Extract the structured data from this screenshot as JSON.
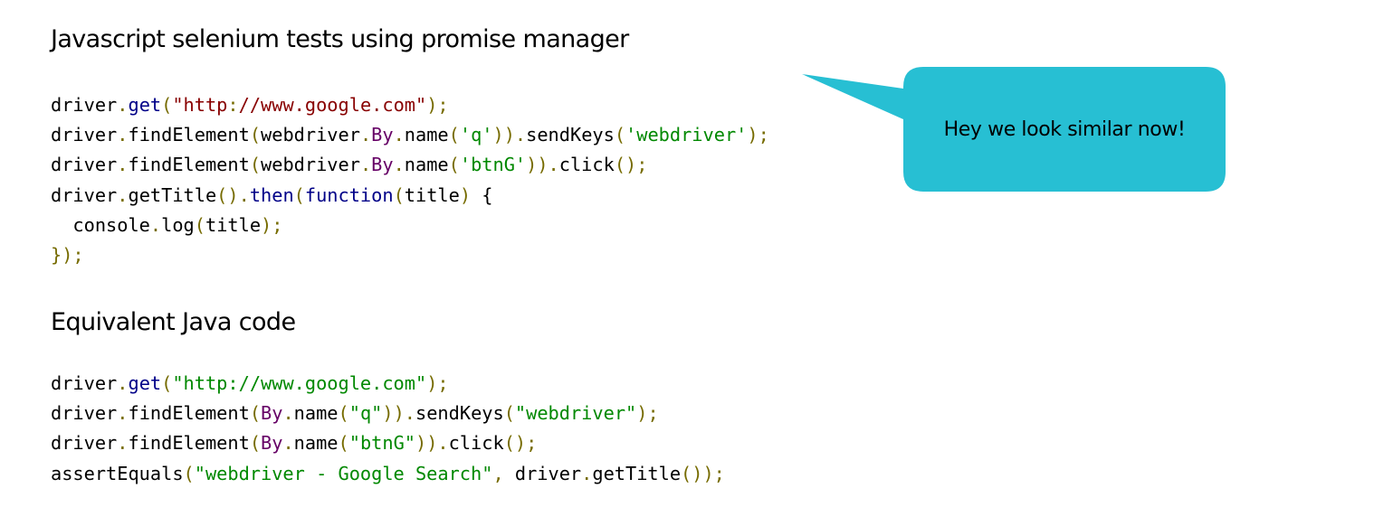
{
  "colors": {
    "text": "#000000",
    "punct": "#766b00",
    "method": "#000088",
    "type": "#660066",
    "string_dark": "#880000",
    "string": "#008800",
    "callout_fill": "#27bfd3"
  },
  "section_js": {
    "title": "Javascript selenium tests using promise manager",
    "lines": [
      [
        [
          "text",
          "driver"
        ],
        [
          "punct",
          "."
        ],
        [
          "method",
          "get"
        ],
        [
          "punct",
          "("
        ],
        [
          "string_dark",
          "\"http"
        ],
        [
          "punct",
          ":"
        ],
        [
          "string_dark",
          "//www.google.com\""
        ],
        [
          "punct",
          ");"
        ]
      ],
      [
        [
          "text",
          "driver"
        ],
        [
          "punct",
          "."
        ],
        [
          "text",
          "findElement"
        ],
        [
          "punct",
          "("
        ],
        [
          "text",
          "webdriver"
        ],
        [
          "punct",
          "."
        ],
        [
          "type",
          "By"
        ],
        [
          "punct",
          "."
        ],
        [
          "text",
          "name"
        ],
        [
          "punct",
          "("
        ],
        [
          "string",
          "'q'"
        ],
        [
          "punct",
          "))."
        ],
        [
          "text",
          "sendKeys"
        ],
        [
          "punct",
          "("
        ],
        [
          "string",
          "'webdriver'"
        ],
        [
          "punct",
          ");"
        ]
      ],
      [
        [
          "text",
          "driver"
        ],
        [
          "punct",
          "."
        ],
        [
          "text",
          "findElement"
        ],
        [
          "punct",
          "("
        ],
        [
          "text",
          "webdriver"
        ],
        [
          "punct",
          "."
        ],
        [
          "type",
          "By"
        ],
        [
          "punct",
          "."
        ],
        [
          "text",
          "name"
        ],
        [
          "punct",
          "("
        ],
        [
          "string",
          "'btnG'"
        ],
        [
          "punct",
          "))."
        ],
        [
          "text",
          "click"
        ],
        [
          "punct",
          "();"
        ]
      ],
      [
        [
          "text",
          "driver"
        ],
        [
          "punct",
          "."
        ],
        [
          "text",
          "getTitle"
        ],
        [
          "punct",
          "()."
        ],
        [
          "method",
          "then"
        ],
        [
          "punct",
          "("
        ],
        [
          "method",
          "function"
        ],
        [
          "punct",
          "("
        ],
        [
          "text",
          "title"
        ],
        [
          "punct",
          ")"
        ],
        [
          "text",
          " {"
        ]
      ],
      [
        [
          "text",
          "  console"
        ],
        [
          "punct",
          "."
        ],
        [
          "text",
          "log"
        ],
        [
          "punct",
          "("
        ],
        [
          "text",
          "title"
        ],
        [
          "punct",
          ");"
        ]
      ],
      [
        [
          "punct",
          "});"
        ]
      ]
    ]
  },
  "section_java": {
    "title": "Equivalent Java code",
    "lines": [
      [
        [
          "text",
          "driver"
        ],
        [
          "punct",
          "."
        ],
        [
          "method",
          "get"
        ],
        [
          "punct",
          "("
        ],
        [
          "string",
          "\"http://www.google.com\""
        ],
        [
          "punct",
          ");"
        ]
      ],
      [
        [
          "text",
          "driver"
        ],
        [
          "punct",
          "."
        ],
        [
          "text",
          "findElement"
        ],
        [
          "punct",
          "("
        ],
        [
          "type",
          "By"
        ],
        [
          "punct",
          "."
        ],
        [
          "text",
          "name"
        ],
        [
          "punct",
          "("
        ],
        [
          "string",
          "\"q\""
        ],
        [
          "punct",
          "))."
        ],
        [
          "text",
          "sendKeys"
        ],
        [
          "punct",
          "("
        ],
        [
          "string",
          "\"webdriver\""
        ],
        [
          "punct",
          ");"
        ]
      ],
      [
        [
          "text",
          "driver"
        ],
        [
          "punct",
          "."
        ],
        [
          "text",
          "findElement"
        ],
        [
          "punct",
          "("
        ],
        [
          "type",
          "By"
        ],
        [
          "punct",
          "."
        ],
        [
          "text",
          "name"
        ],
        [
          "punct",
          "("
        ],
        [
          "string",
          "\"btnG\""
        ],
        [
          "punct",
          "))."
        ],
        [
          "text",
          "click"
        ],
        [
          "punct",
          "();"
        ]
      ],
      [
        [
          "text",
          "assertEquals"
        ],
        [
          "punct",
          "("
        ],
        [
          "string",
          "\"webdriver - Google Search\""
        ],
        [
          "punct",
          ","
        ],
        [
          "text",
          " driver"
        ],
        [
          "punct",
          "."
        ],
        [
          "text",
          "getTitle"
        ],
        [
          "punct",
          "());"
        ]
      ]
    ]
  },
  "callout": {
    "text": "Hey we look similar now!"
  }
}
